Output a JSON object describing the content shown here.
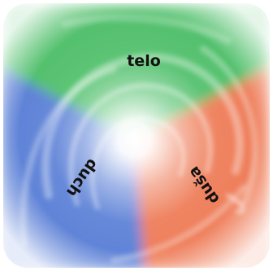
{
  "segments": [
    {
      "label": "telo",
      "color": "#4fbf6a"
    },
    {
      "label": "duša",
      "color": "#ee7a55"
    },
    {
      "label": "duch",
      "color": "#5a7fd6"
    }
  ]
}
